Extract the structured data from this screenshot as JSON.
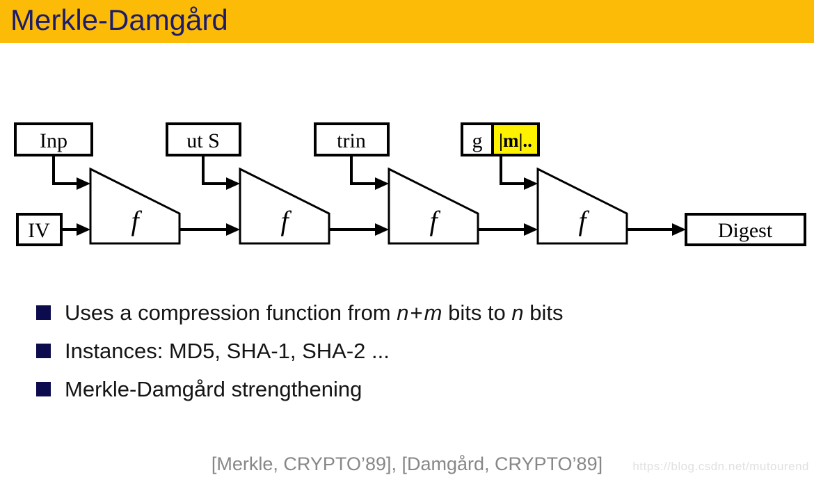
{
  "header": {
    "title": "Merkle-Damgård"
  },
  "diagram": {
    "blocks": [
      "Inp",
      "ut S",
      "trin",
      "g"
    ],
    "length_pad": "|m|..",
    "iv": "IV",
    "f": "f",
    "digest": "Digest"
  },
  "bullets": {
    "one": {
      "t1": "Uses a compression function from",
      "v1": "n",
      "op": "+",
      "v2": "m",
      "t2": "bits to",
      "v3": "n",
      "t3": "bits"
    },
    "two": "Instances: MD5, SHA-1, SHA-2 ...",
    "three": "Merkle-Damgård strengthening"
  },
  "footer": {
    "citation": "[Merkle, CRYPTO’89], [Damgård, CRYPTO’89]"
  },
  "watermark": "https://blog.csdn.net/mutourend",
  "colors": {
    "header_bg": "#FBBB07",
    "title_fg": "#1C1C6B",
    "highlight_yellow": "#FFF200",
    "bullet_square": "#0B0B4D",
    "citation_gray": "#878787"
  }
}
